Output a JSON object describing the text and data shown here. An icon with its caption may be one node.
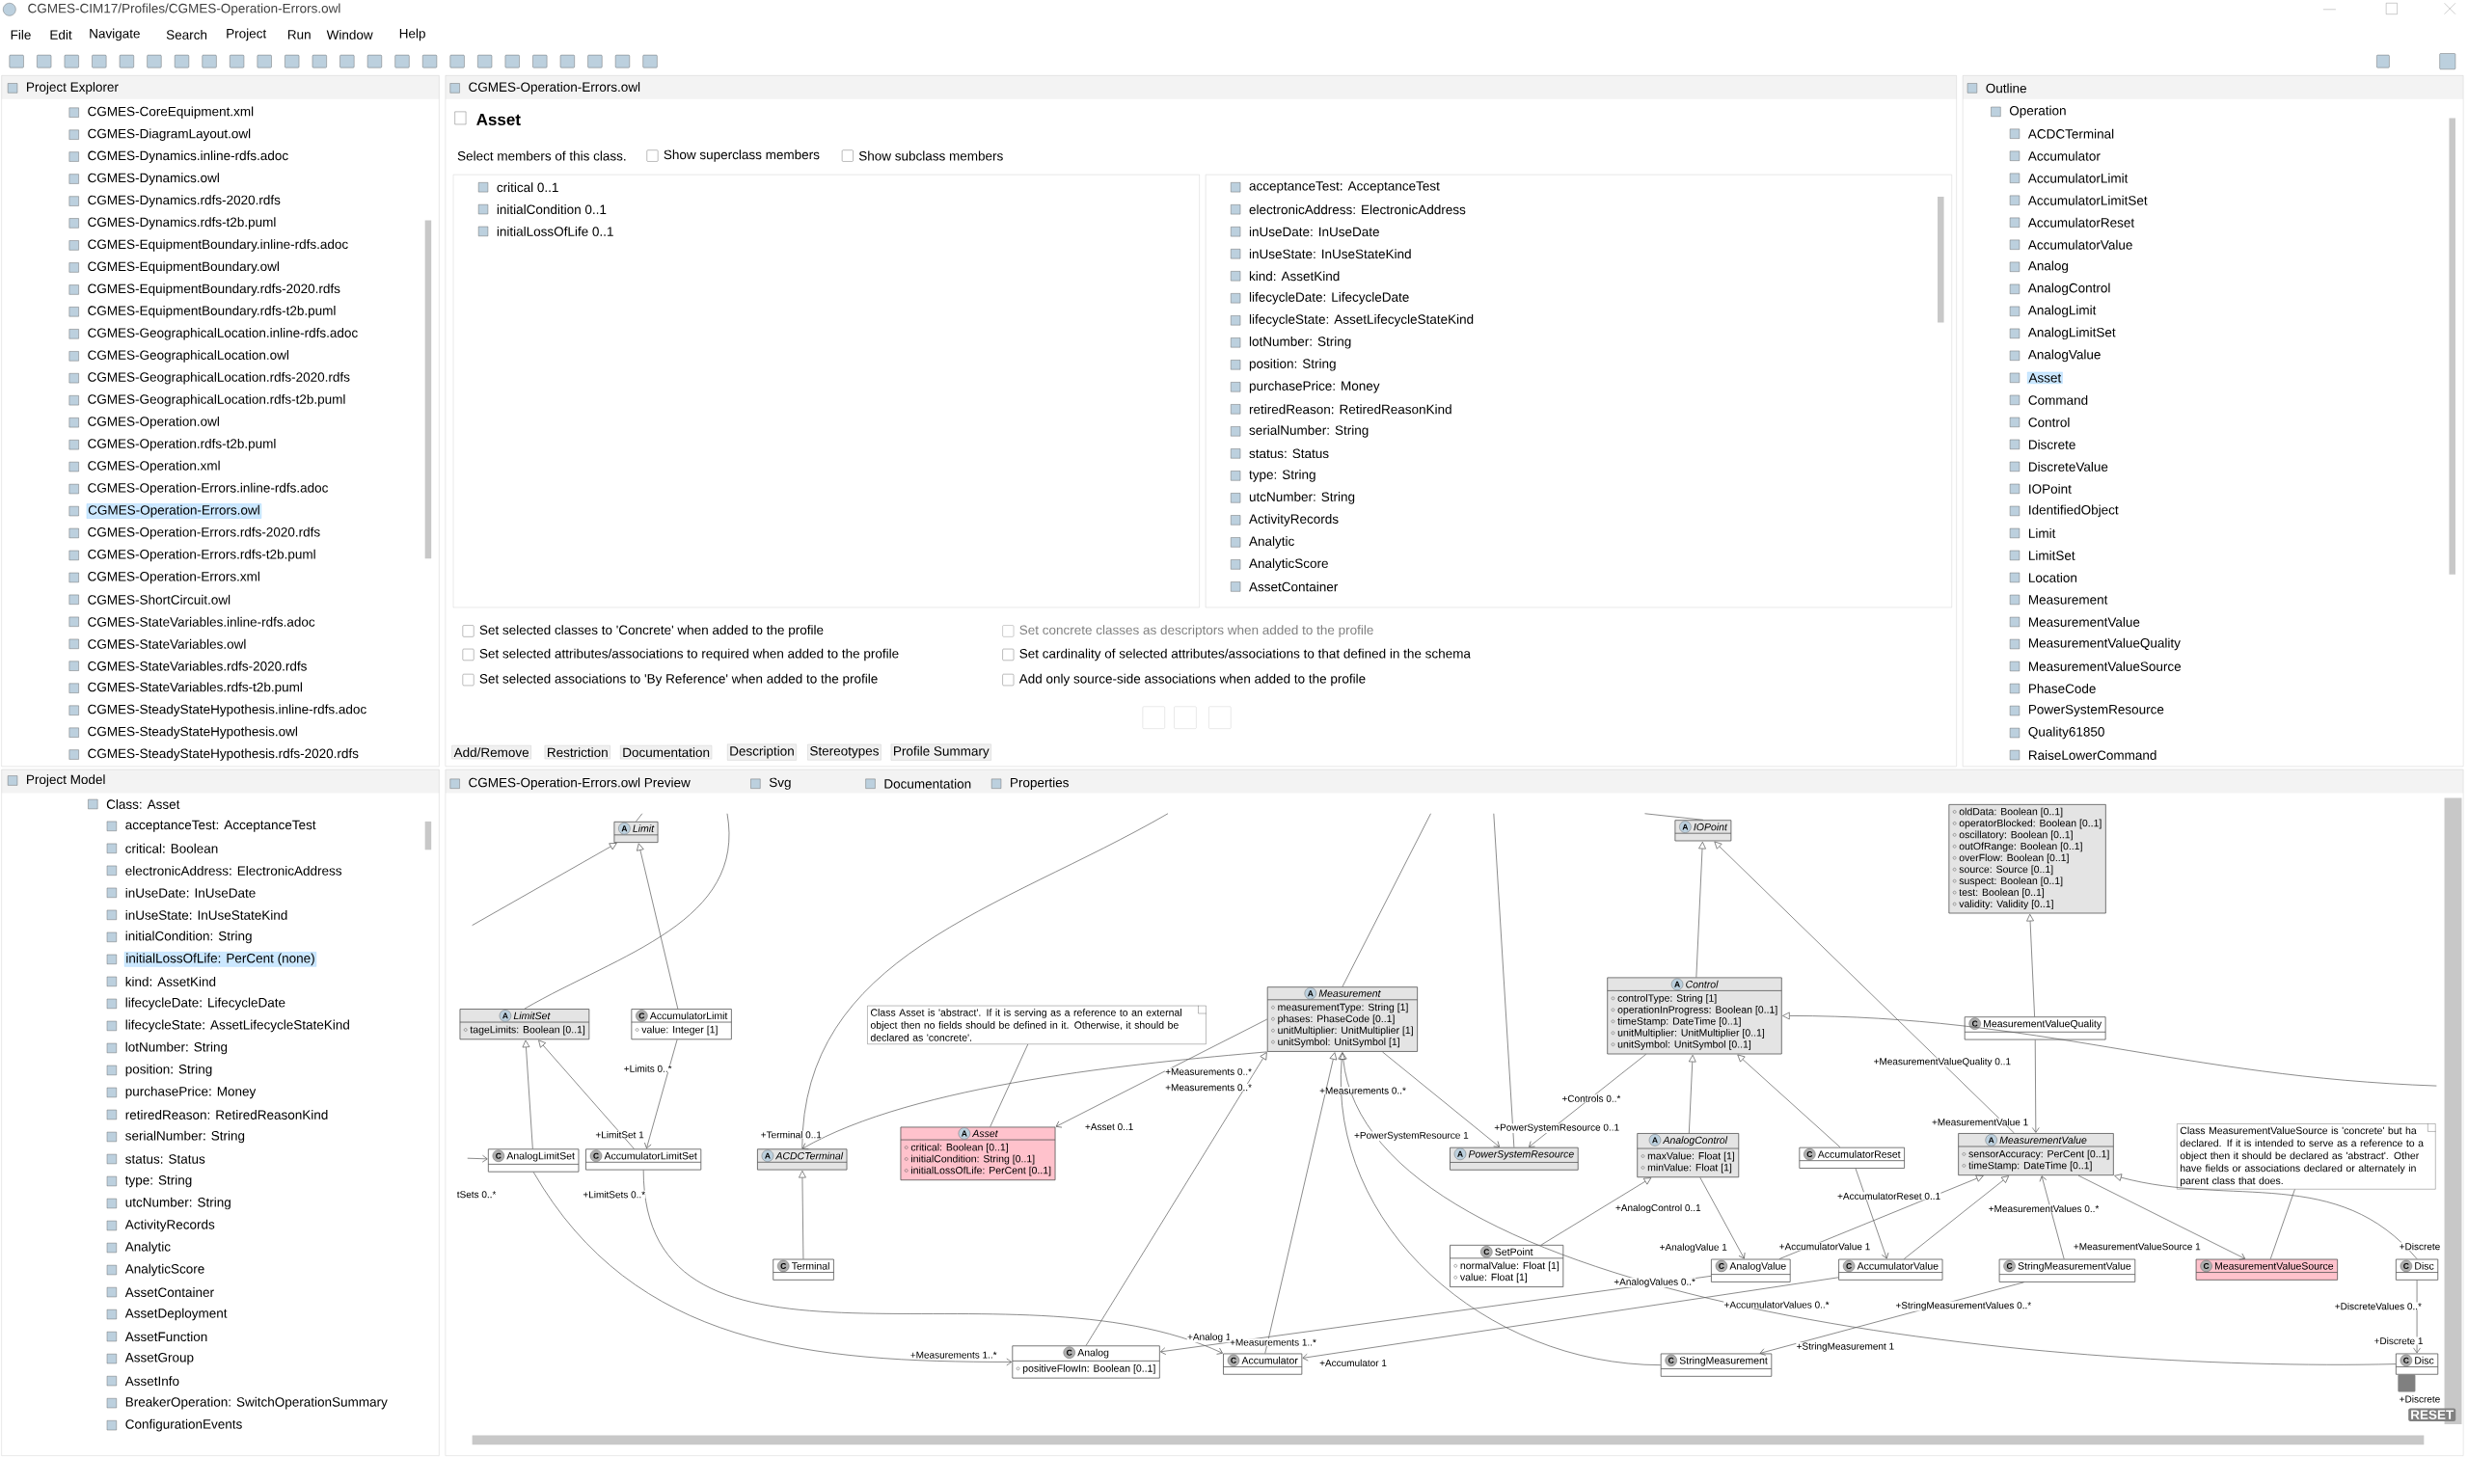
{
  "diagram": {
    "nodes": [
      {
        "text": [
          "A",
          "Limit"
        ]
      },
      {
        "text": [
          "A",
          "LimitSet",
          "tageLimits: Boolean [0..1]"
        ]
      },
      {
        "text": [
          "C",
          "AccumulatorLimit",
          "value: Integer [1]"
        ]
      },
      {
        "text": [
          "C",
          "AnalogLimitSet"
        ]
      },
      {
        "text": [
          "C",
          "AccumulatorLimitSet"
        ]
      },
      {
        "text": [
          "A",
          "ACDCTerminal"
        ]
      },
      {
        "text": [
          "C",
          "Terminal"
        ]
      },
      {
        "text": [
          "Class Asset is 'abstract'. If it is serving as a reference to an external object then no fields should be defined in it. Otherwise, it should be declared as 'concrete'."
        ]
      },
      {
        "text": [
          "A",
          "Asset",
          "critical: Boolean [0..1]",
          "initialCondition: String [0..1]",
          "initialLossOfLife: PerCent [0..1]"
        ]
      },
      {
        "text": [
          "A",
          "Measurement",
          "measurementType: String [1]",
          "phases: PhaseCode [0..1]",
          "unitMultiplier: UnitMultiplier [1]",
          "unitSymbol: UnitSymbol [1]"
        ]
      },
      {
        "text": [
          "A",
          "PowerSystemResource"
        ]
      },
      {
        "text": [
          "A",
          "IOPoint"
        ]
      },
      {
        "text": [
          "A",
          "Control",
          "controlType: String [1]",
          "operationInProgress: Boolean [0..1]",
          "timeStamp: DateTime [0..1]",
          "unitMultiplier: UnitMultiplier [0..1]",
          "unitSymbol: UnitSymbol [0..1]"
        ]
      },
      {
        "text": [
          "A",
          "AnalogControl",
          "maxValue: Float [1]",
          "minValue: Float [1]"
        ]
      },
      {
        "text": [
          "C",
          "AccumulatorReset"
        ]
      },
      {
        "text": [
          "oldData: Boolean [0..1]",
          "operatorBlocked: Boolean [0..1]",
          "oscillatory: Boolean [0..1]",
          "outOfRange: Boolean [0..1]",
          "overFlow: Boolean [0..1]",
          "source: Source [0..1]",
          "suspect: Boolean [0..1]",
          "test: Boolean [0..1]",
          "validity: Validity [0..1]"
        ]
      },
      {
        "text": [
          "C",
          "MeasurementValueQuality"
        ]
      },
      {
        "text": [
          "A",
          "MeasurementValue",
          "sensorAccuracy: PerCent [0..1]",
          "timeStamp: DateTime [0..1]"
        ]
      },
      {
        "text": [
          "Class MeasurementValueSource is 'concrete' but ha declared. If it is intended to serve as a reference to a object then it should be declared as 'abstract'. Other have fields or associations declared or alternately in parent class that does."
        ]
      },
      {
        "text": [
          "C",
          "SetPoint",
          "normalValue: Float [1]",
          "value: Float [1]"
        ]
      },
      {
        "text": [
          "C",
          "AnalogValue"
        ]
      },
      {
        "text": [
          "C",
          "AccumulatorValue"
        ]
      },
      {
        "text": [
          "C",
          "StringMeasurementValue"
        ]
      },
      {
        "text": [
          "C",
          "MeasurementValueSource"
        ]
      },
      {
        "text": [
          "C",
          "Disc"
        ]
      },
      {
        "text": [
          "C",
          "Analog",
          "positiveFlowIn: Boolean [0..1]"
        ]
      },
      {
        "text": [
          "C",
          "Accumulator"
        ]
      },
      {
        "text": [
          "C",
          "StringMeasurement"
        ]
      },
      {
        "text": [
          "C",
          "Disc"
        ]
      }
    ],
    "edges": [
      {
        "from": null,
        "to": 0,
        "arrow": "to"
      },
      {
        "from": 2,
        "to": 0,
        "arrow": "to"
      },
      {
        "from": 1,
        "to": null,
        "arrow": "none"
      },
      {
        "from": 0,
        "to": null,
        "arrow": "none"
      },
      {
        "from": 2,
        "to": 4,
        "arrow": "to"
      },
      {
        "from": 3,
        "to": 1,
        "arrow": "to"
      },
      {
        "from": 4,
        "to": 1,
        "arrow": "to"
      },
      {
        "from": null,
        "to": 3,
        "arrow": "to"
      },
      {
        "from": 3,
        "to": 25,
        "arrow": "to"
      },
      {
        "from": 4,
        "to": 26,
        "arrow": "to"
      },
      {
        "from": 6,
        "to": 5,
        "arrow": "to"
      },
      {
        "from": 5,
        "to": null,
        "arrow": "none"
      },
      {
        "from": 9,
        "to": 5,
        "arrow": "to"
      },
      {
        "from": 9,
        "to": 8,
        "arrow": "to"
      },
      {
        "from": 7,
        "to": 8,
        "arrow": "none"
      },
      {
        "from": 25,
        "to": 9,
        "arrow": "to"
      },
      {
        "from": 26,
        "to": 9,
        "arrow": "to"
      },
      {
        "from": 27,
        "to": 9,
        "arrow": "to"
      },
      {
        "from": 9,
        "to": 10,
        "arrow": "to"
      },
      {
        "from": 9,
        "to": null,
        "arrow": "none"
      },
      {
        "from": 10,
        "to": null,
        "arrow": "none"
      },
      {
        "from": 12,
        "to": 10,
        "arrow": "to"
      },
      {
        "from": 12,
        "to": 11,
        "arrow": "to"
      },
      {
        "from": 11,
        "to": null,
        "arrow": "none"
      },
      {
        "from": 17,
        "to": 11,
        "arrow": "to"
      },
      {
        "from": 13,
        "to": 12,
        "arrow": "to"
      },
      {
        "from": 14,
        "to": 12,
        "arrow": "to"
      },
      {
        "from": 19,
        "to": 13,
        "arrow": "to"
      },
      {
        "from": 13,
        "to": 20,
        "arrow": "to"
      },
      {
        "from": 14,
        "to": 21,
        "arrow": "to"
      },
      {
        "from": 16,
        "to": 17,
        "arrow": "to"
      },
      {
        "from": 16,
        "to": 15,
        "arrow": "to"
      },
      {
        "from": null,
        "to": 12,
        "arrow": "to"
      },
      {
        "from": 20,
        "to": 17,
        "arrow": "to"
      },
      {
        "from": 21,
        "to": 17,
        "arrow": "to"
      },
      {
        "from": 22,
        "to": 17,
        "arrow": "to"
      },
      {
        "from": 24,
        "to": 17,
        "arrow": "to"
      },
      {
        "from": 17,
        "to": 23,
        "arrow": "to"
      },
      {
        "from": 18,
        "to": 23,
        "arrow": "none"
      },
      {
        "from": 20,
        "to": 25,
        "arrow": "to"
      },
      {
        "from": 21,
        "to": 26,
        "arrow": "to"
      },
      {
        "from": 22,
        "to": 27,
        "arrow": "to"
      },
      {
        "from": 24,
        "to": 28,
        "arrow": "to"
      },
      {
        "from": 28,
        "to": 9,
        "arrow": "to"
      }
    ],
    "labels": [
      "CGMES-CIM17/Profiles/CGMES-Operation-Errors.owl",
      "File",
      "Edit",
      "Navigate",
      "Search",
      "Project",
      "Run",
      "Window",
      "Help",
      "Project Explorer",
      "CGMES-Operation-Errors.owl",
      "Outline",
      "CGMES-CoreEquipment.xml",
      "CGMES-DiagramLayout.owl",
      "CGMES-Dynamics.inline-rdfs.adoc",
      "CGMES-Dynamics.owl",
      "CGMES-Dynamics.rdfs-2020.rdfs",
      "CGMES-Dynamics.rdfs-t2b.puml",
      "CGMES-EquipmentBoundary.inline-rdfs.adoc",
      "CGMES-EquipmentBoundary.owl",
      "CGMES-EquipmentBoundary.rdfs-2020.rdfs",
      "CGMES-EquipmentBoundary.rdfs-t2b.puml",
      "CGMES-GeographicalLocation.inline-rdfs.adoc",
      "CGMES-GeographicalLocation.owl",
      "CGMES-GeographicalLocation.rdfs-2020.rdfs",
      "CGMES-GeographicalLocation.rdfs-t2b.puml",
      "CGMES-Operation.owl",
      "CGMES-Operation.rdfs-t2b.puml",
      "CGMES-Operation.xml",
      "CGMES-Operation-Errors.inline-rdfs.adoc",
      "CGMES-Operation-Errors.owl",
      "CGMES-Operation-Errors.rdfs-2020.rdfs",
      "CGMES-Operation-Errors.rdfs-t2b.puml",
      "CGMES-Operation-Errors.xml",
      "CGMES-ShortCircuit.owl",
      "CGMES-StateVariables.inline-rdfs.adoc",
      "CGMES-StateVariables.owl",
      "CGMES-StateVariables.rdfs-2020.rdfs",
      "CGMES-StateVariables.rdfs-t2b.puml",
      "CGMES-SteadyStateHypothesis.inline-rdfs.adoc",
      "CGMES-SteadyStateHypothesis.owl",
      "CGMES-SteadyStateHypothesis.rdfs-2020.rdfs",
      "Asset",
      "Select members of this class.",
      "Show superclass members",
      "Show subclass members",
      "critical 0..1",
      "initialCondition 0..1",
      "initialLossOfLife 0..1",
      "acceptanceTest: AcceptanceTest",
      "electronicAddress: ElectronicAddress",
      "inUseDate: InUseDate",
      "inUseState: InUseStateKind",
      "kind: AssetKind",
      "lifecycleDate: LifecycleDate",
      "lifecycleState: AssetLifecycleStateKind",
      "lotNumber: String",
      "position: String",
      "purchasePrice: Money",
      "retiredReason: RetiredReasonKind",
      "serialNumber: String",
      "status: Status",
      "type: String",
      "utcNumber: String",
      "ActivityRecords",
      "Analytic",
      "AnalyticScore",
      "AssetContainer",
      "Set selected classes to 'Concrete' when added to the profile",
      "Set concrete classes as descriptors when added to the profile",
      "Set selected attributes/associations to required when added to the profile",
      "Set cardinality of selected attributes/associations to that defined in the schema",
      "Set selected associations to 'By Reference' when added to the profile",
      "Add only source-side associations when added to the profile",
      "Add/Remove",
      "Restriction",
      "Documentation",
      "Description",
      "Stereotypes",
      "Profile Summary",
      "Operation",
      "ACDCTerminal",
      "Accumulator",
      "AccumulatorLimit",
      "AccumulatorLimitSet",
      "AccumulatorReset",
      "AccumulatorValue",
      "Analog",
      "AnalogControl",
      "AnalogLimit",
      "AnalogLimitSet",
      "AnalogValue",
      "Asset",
      "Command",
      "Control",
      "Discrete",
      "DiscreteValue",
      "IOPoint",
      "IdentifiedObject",
      "Limit",
      "LimitSet",
      "Location",
      "Measurement",
      "MeasurementValue",
      "MeasurementValueQuality",
      "MeasurementValueSource",
      "PhaseCode",
      "PowerSystemResource",
      "Quality61850",
      "RaiseLowerCommand",
      "Project Model",
      "CGMES-Operation-Errors.owl Preview",
      "Svg",
      "Documentation",
      "Properties",
      "Class: Asset",
      "acceptanceTest: AcceptanceTest",
      "critical: Boolean",
      "electronicAddress: ElectronicAddress",
      "inUseDate: InUseDate",
      "inUseState: InUseStateKind",
      "initialCondition: String",
      "initialLossOfLife: PerCent (none)",
      "kind: AssetKind",
      "lifecycleDate: LifecycleDate",
      "lifecycleState: AssetLifecycleStateKind",
      "lotNumber: String",
      "position: String",
      "purchasePrice: Money",
      "retiredReason: RetiredReasonKind",
      "serialNumber: String",
      "status: Status",
      "type: String",
      "utcNumber: String",
      "ActivityRecords",
      "Analytic",
      "AnalyticScore",
      "AssetContainer",
      "AssetDeployment",
      "AssetFunction",
      "AssetGroup",
      "AssetInfo",
      "BreakerOperation: SwitchOperationSummary",
      "ConfigurationEvents",
      "+MeasurementValueQuality 0..1",
      "+Limits 0..*",
      "+Measurements 0..*",
      "+Measurements 0..*",
      "+Measurements 0..*",
      "+Controls 0..*",
      "+MeasurementValue 1",
      "+Asset 0..1",
      "+PowerSystemResource 0..1",
      "+LimitSet 1",
      "+Terminal 0..1",
      "+PowerSystemResource 1",
      "tSets 0..*",
      "+LimitSets 0..*",
      "+AccumulatorReset 0..1",
      "+AnalogControl 0..1",
      "+MeasurementValues 0..*",
      "+AnalogValue 1",
      "+AccumulatorValue 1",
      "+MeasurementValueSource 1",
      "+Discrete",
      "+AnalogValues 0..*",
      "+AccumulatorValues 0..*",
      "+StringMeasurementValues 0..*",
      "+DiscreteValues 0..*",
      "+Analog 1",
      "+Measurements 1..*",
      "+StringMeasurement 1",
      "+Discrete 1",
      "+Measurements 1..*",
      "+Accumulator 1",
      "+Discrete",
      "RESET"
    ]
  }
}
